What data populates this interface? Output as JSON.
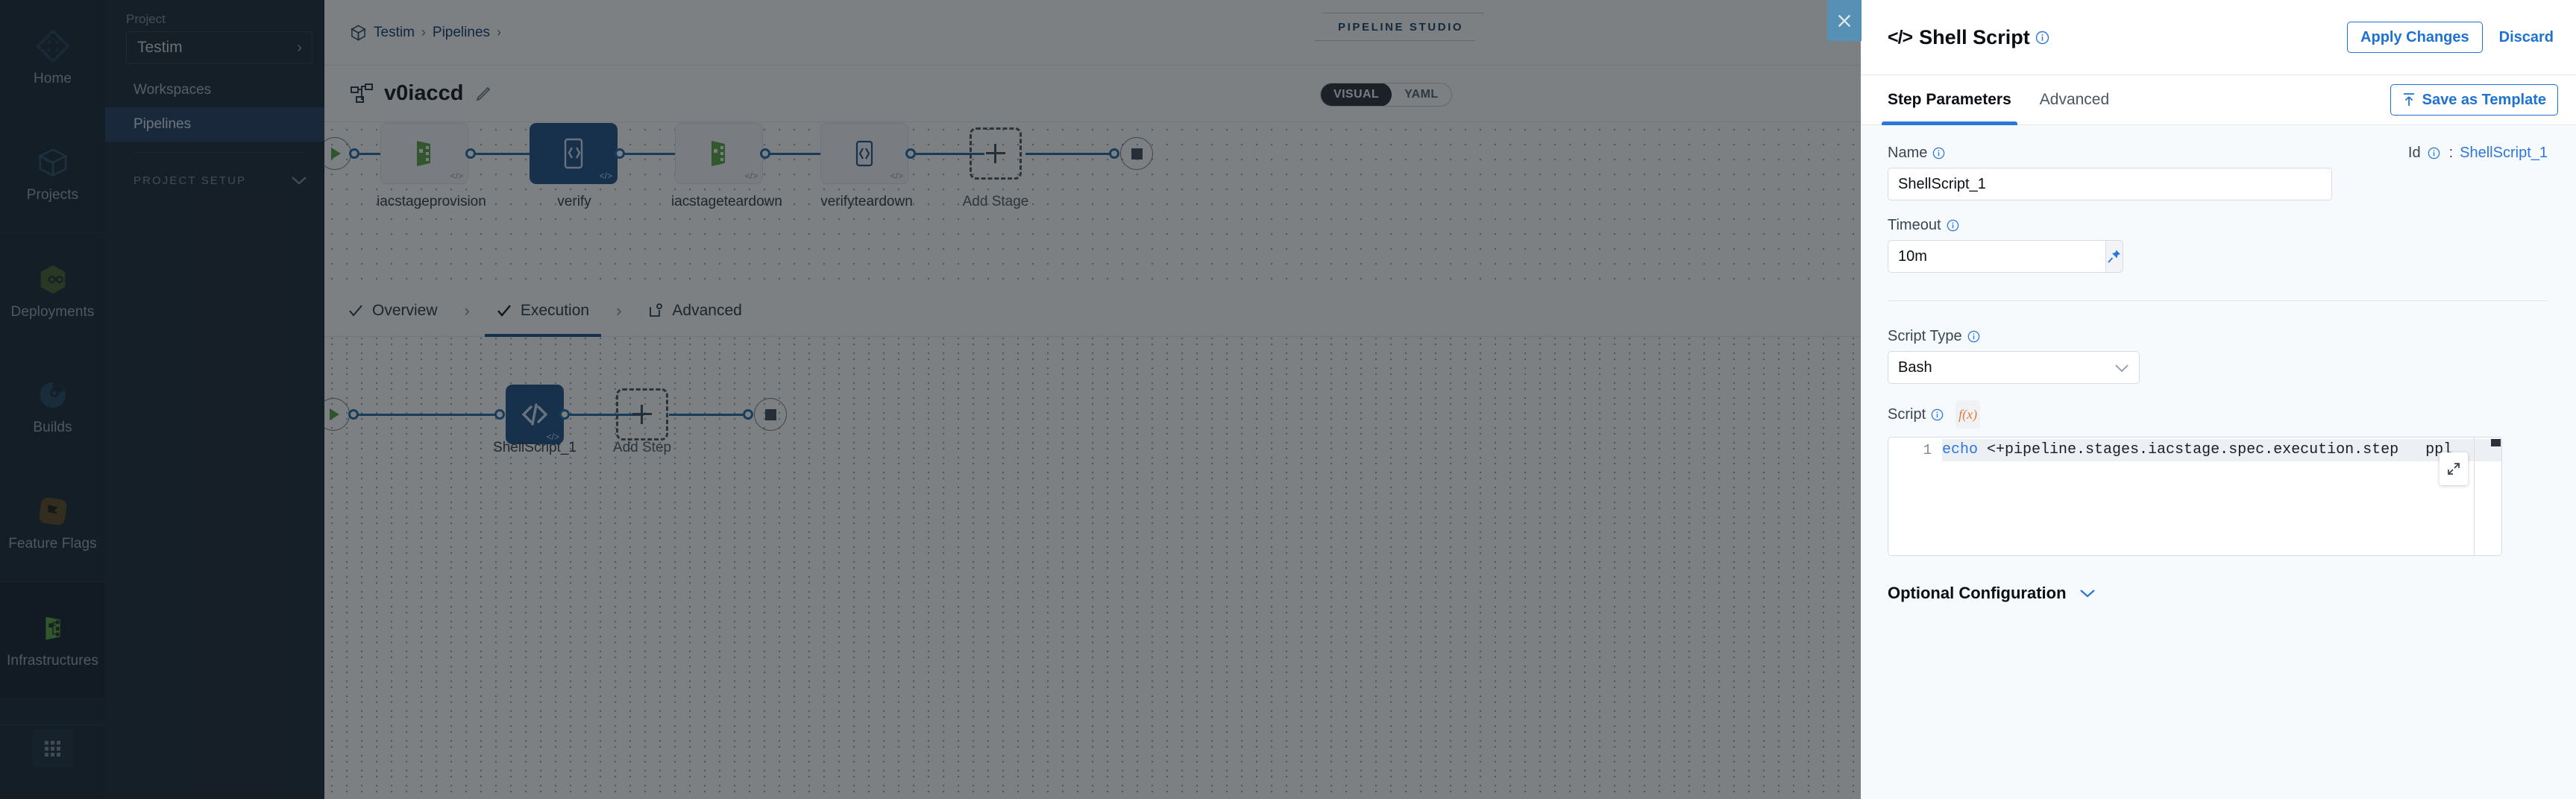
{
  "rail": {
    "items": [
      {
        "label": "Home",
        "icon": "home-diamond-icon"
      },
      {
        "label": "Projects",
        "icon": "cube-icon"
      },
      {
        "label": "Deployments",
        "icon": "infinity-hex-icon"
      },
      {
        "label": "Builds",
        "icon": "build-pie-icon"
      },
      {
        "label": "Feature Flags",
        "icon": "flag-icon"
      },
      {
        "label": "Infrastructures",
        "icon": "infrastructure-icon"
      }
    ],
    "grid_button": "app-grid-icon"
  },
  "sidebar": {
    "project_label": "Project",
    "project_name": "Testim",
    "links": [
      {
        "label": "Workspaces",
        "active": false
      },
      {
        "label": "Pipelines",
        "active": true
      }
    ],
    "setup_label": "PROJECT SETUP"
  },
  "topbar": {
    "breadcrumb": [
      "Testim",
      "Pipelines"
    ],
    "studio_badge": "PIPELINE STUDIO"
  },
  "titlebar": {
    "pipeline_name": "v0iaccd",
    "view_modes": [
      {
        "label": "VISUAL",
        "selected": true
      },
      {
        "label": "YAML",
        "selected": false
      }
    ]
  },
  "canvas": {
    "stages": [
      {
        "label": "iacstageprovision",
        "type": "iac",
        "selected": false
      },
      {
        "label": "verify",
        "type": "shell",
        "selected": true
      },
      {
        "label": "iacstageteardown",
        "type": "iac",
        "selected": false
      },
      {
        "label": "verifyteardown",
        "type": "shell",
        "selected": false
      }
    ],
    "add_stage_label": "Add Stage",
    "stage_tabs": [
      {
        "label": "Overview",
        "state": "done",
        "active": false
      },
      {
        "label": "Execution",
        "state": "done",
        "active": true
      },
      {
        "label": "Advanced",
        "state": "gear",
        "active": false
      }
    ],
    "steps": [
      {
        "label": "ShellScript_1",
        "selected": true
      }
    ],
    "add_step_label": "Add Step"
  },
  "panel": {
    "close_icon": "close-icon",
    "header": {
      "code_glyph": "</>",
      "title": "Shell Script",
      "apply_label": "Apply Changes",
      "discard_label": "Discard"
    },
    "tabs": [
      {
        "label": "Step Parameters",
        "active": true
      },
      {
        "label": "Advanced",
        "active": false
      }
    ],
    "save_template_label": "Save as Template",
    "fields": {
      "name_label": "Name",
      "name_value": "ShellScript_1",
      "id_label": "Id",
      "id_separator": ":",
      "id_value": "ShellScript_1",
      "timeout_label": "Timeout",
      "timeout_value": "10m",
      "script_type_label": "Script Type",
      "script_type_value": "Bash",
      "script_label": "Script",
      "fx_label": "f(x)",
      "script_line_number": "1",
      "script_keyword": "echo",
      "script_rest": " <+pipeline.stages.iacstage.spec.execution.step   ppl"
    },
    "optional_config_label": "Optional Configuration"
  },
  "colors": {
    "accent_blue": "#1d72d2",
    "selected_node": "#1b4d82",
    "rail_bg": "#11202e",
    "sidebar_bg": "#16222e",
    "panel_bg": "#f7fafd"
  }
}
